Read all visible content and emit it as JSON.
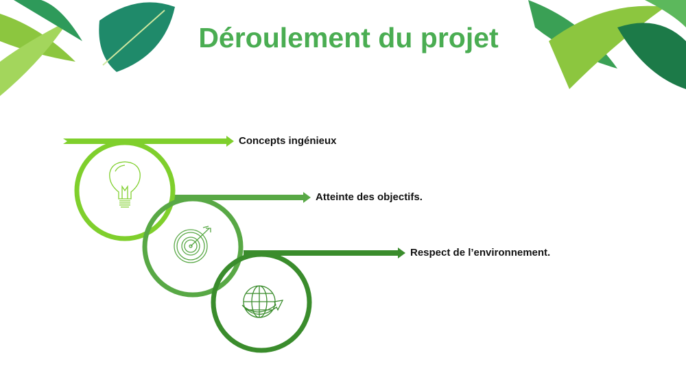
{
  "title": "Déroulement du projet",
  "steps": [
    {
      "label": "Concepts ingénieux",
      "icon": "lightbulb-icon",
      "color": "#7fcf2c"
    },
    {
      "label": "Atteinte des objectifs.",
      "icon": "target-icon",
      "color": "#58a845"
    },
    {
      "label": "Respect de l’environnement.",
      "icon": "globe-icon",
      "color": "#3a8c2c"
    }
  ]
}
